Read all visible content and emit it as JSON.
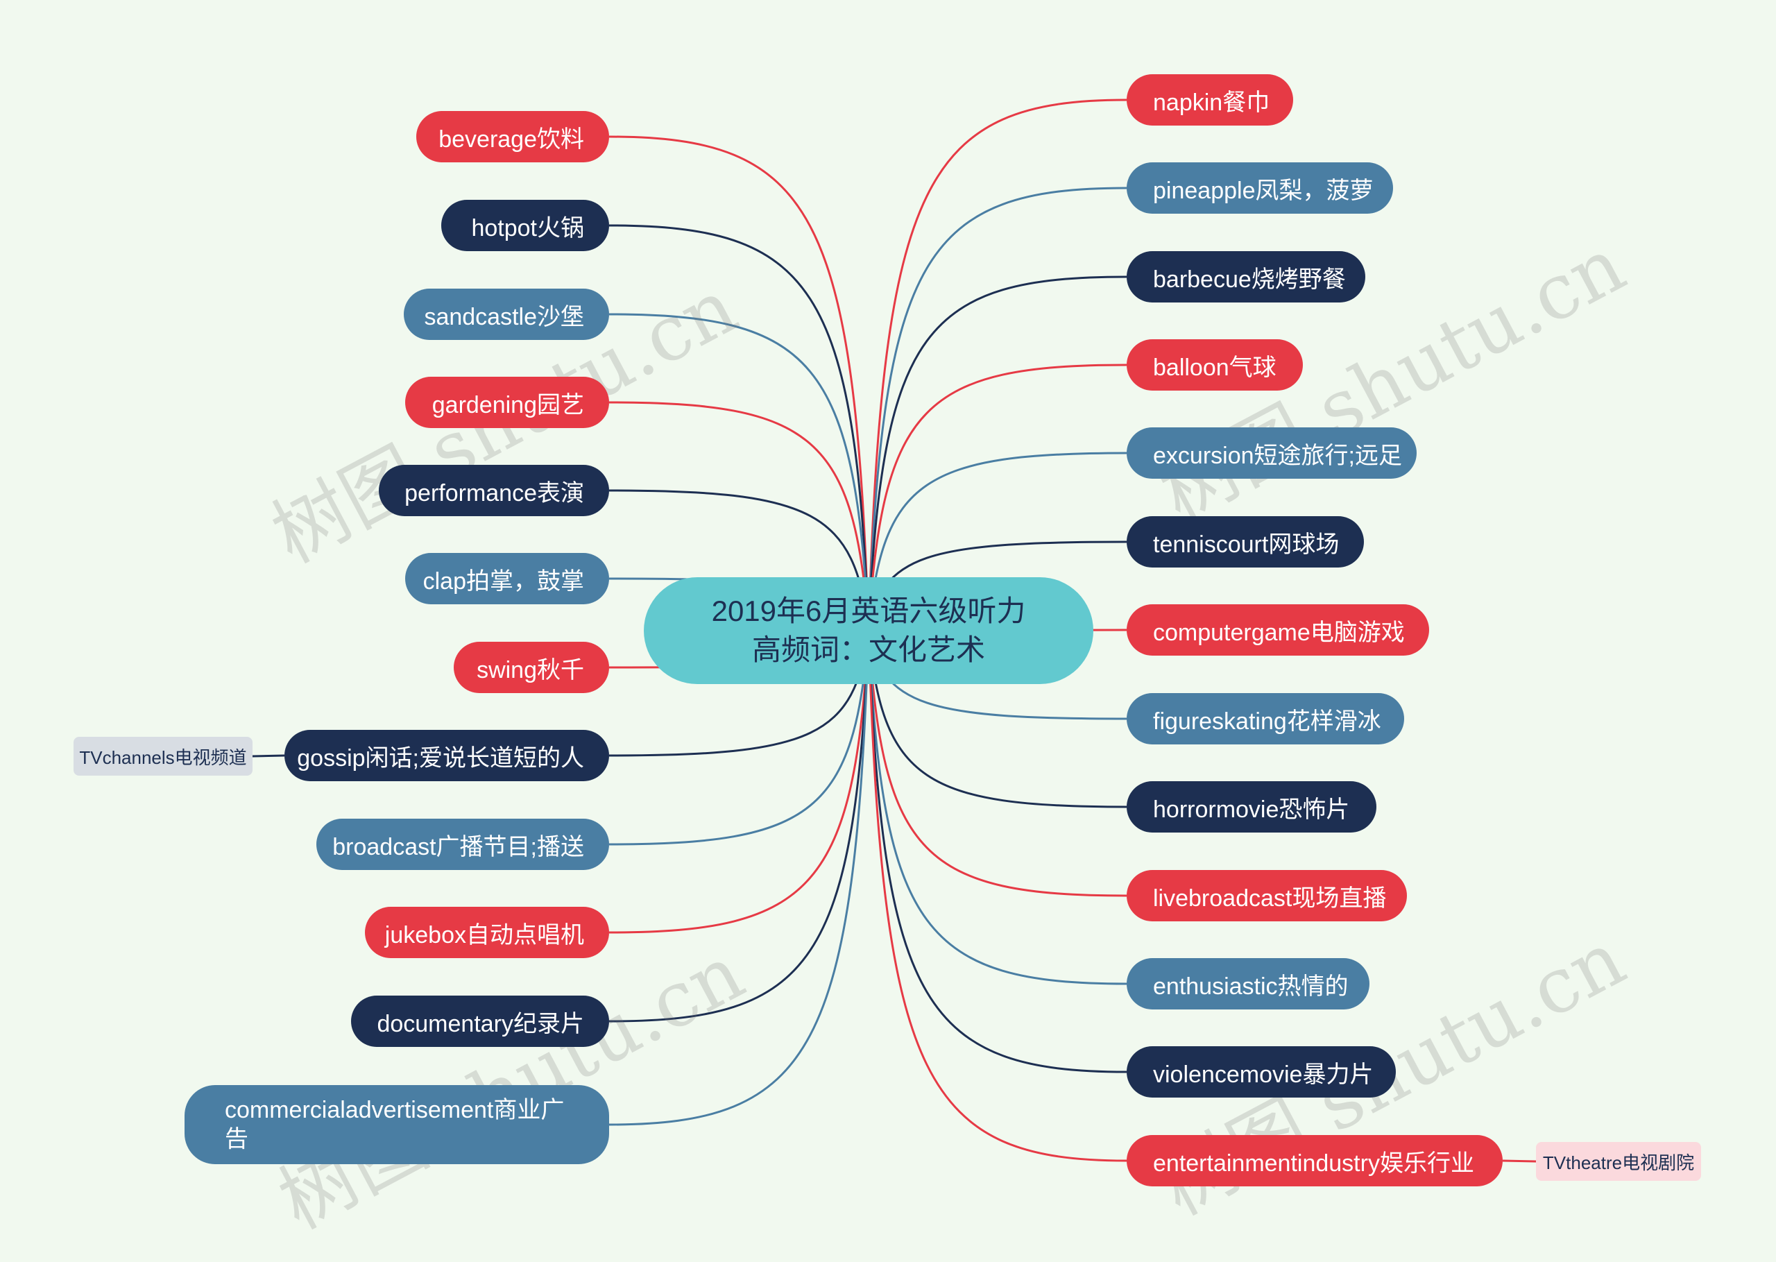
{
  "root": {
    "line1": "2019年6月英语六级听力",
    "line2": "高频词：文化艺术"
  },
  "left_nodes": [
    {
      "label": "beverage饮料",
      "color": "red"
    },
    {
      "label": "hotpot火锅",
      "color": "navy"
    },
    {
      "label": "sandcastle沙堡",
      "color": "blue"
    },
    {
      "label": "gardening园艺",
      "color": "red"
    },
    {
      "label": "performance表演",
      "color": "navy"
    },
    {
      "label": "clap拍掌，鼓掌",
      "color": "blue"
    },
    {
      "label": "swing秋千",
      "color": "red"
    },
    {
      "label": "gossip闲话;爱说长道短的人",
      "color": "navy"
    },
    {
      "label": "broadcast广播节目;播送",
      "color": "blue"
    },
    {
      "label": "jukebox自动点唱机",
      "color": "red"
    },
    {
      "label": "documentary纪录片",
      "color": "navy"
    },
    {
      "label": "commercialadvertisement商业广告",
      "color": "blue"
    }
  ],
  "right_nodes": [
    {
      "label": "napkin餐巾",
      "color": "red"
    },
    {
      "label": "pineapple凤梨，菠萝",
      "color": "blue"
    },
    {
      "label": "barbecue烧烤野餐",
      "color": "navy"
    },
    {
      "label": "balloon气球",
      "color": "red"
    },
    {
      "label": "excursion短途旅行;远足",
      "color": "blue"
    },
    {
      "label": "tenniscourt网球场",
      "color": "navy"
    },
    {
      "label": "computergame电脑游戏",
      "color": "red"
    },
    {
      "label": "figureskating花样滑冰",
      "color": "blue"
    },
    {
      "label": "horrormovie恐怖片",
      "color": "navy"
    },
    {
      "label": "livebroadcast现场直播",
      "color": "red"
    },
    {
      "label": "enthusiastic热情的",
      "color": "blue"
    },
    {
      "label": "violencemovie暴力片",
      "color": "navy"
    },
    {
      "label": "entertainmentindustry娱乐行业",
      "color": "red"
    }
  ],
  "sub_nodes": {
    "gossip": "TVchannels电视频道",
    "entertainment": "TVtheatre电视剧院"
  },
  "watermark": "树图 shutu.cn",
  "colors": {
    "red": "#e63a45",
    "blue": "#4a7ea3",
    "navy": "#1d2f52",
    "root": "#62c9cf",
    "background": "#f1f9ef"
  }
}
